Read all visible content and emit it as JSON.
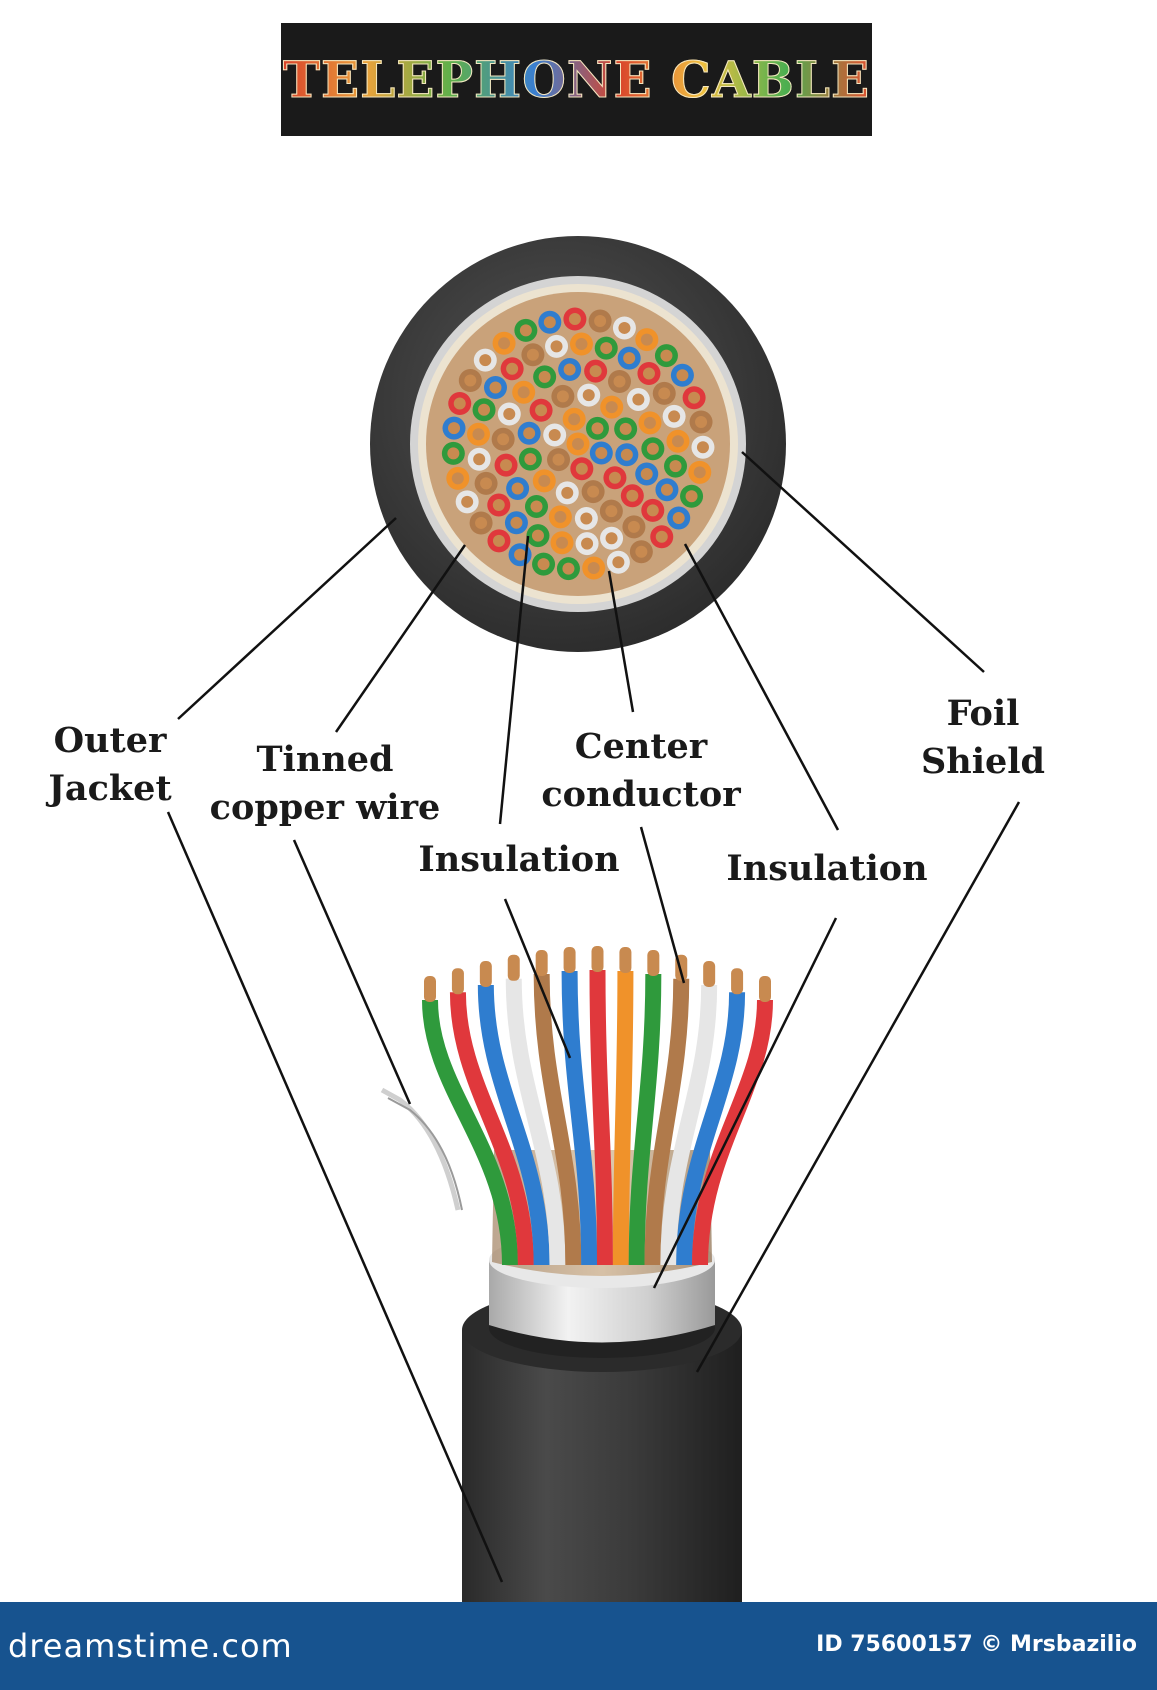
{
  "title": "TELEPHONE CABLE",
  "labels": {
    "outer_jacket": "Outer\nJacket",
    "tinned_copper_wire": "Tinned\ncopper wire",
    "center_conductor": "Center\nconductor",
    "foil_shield": "Foil\nShield",
    "insulation_left": "Insulation",
    "insulation_right": "Insulation"
  },
  "footer": {
    "brand": "dreamstime.com",
    "id_text": "ID 75600157 © Mrsbazilio"
  },
  "colors": {
    "wire_green": "#2f9a3c",
    "wire_red": "#e0383c",
    "wire_blue": "#2f7dcf",
    "wire_white": "#e6e6e6",
    "wire_brown": "#b07a4b",
    "wire_orange": "#f0922a",
    "copper": "#c88a50",
    "jacket": "#333333",
    "footer": "#17538f"
  }
}
